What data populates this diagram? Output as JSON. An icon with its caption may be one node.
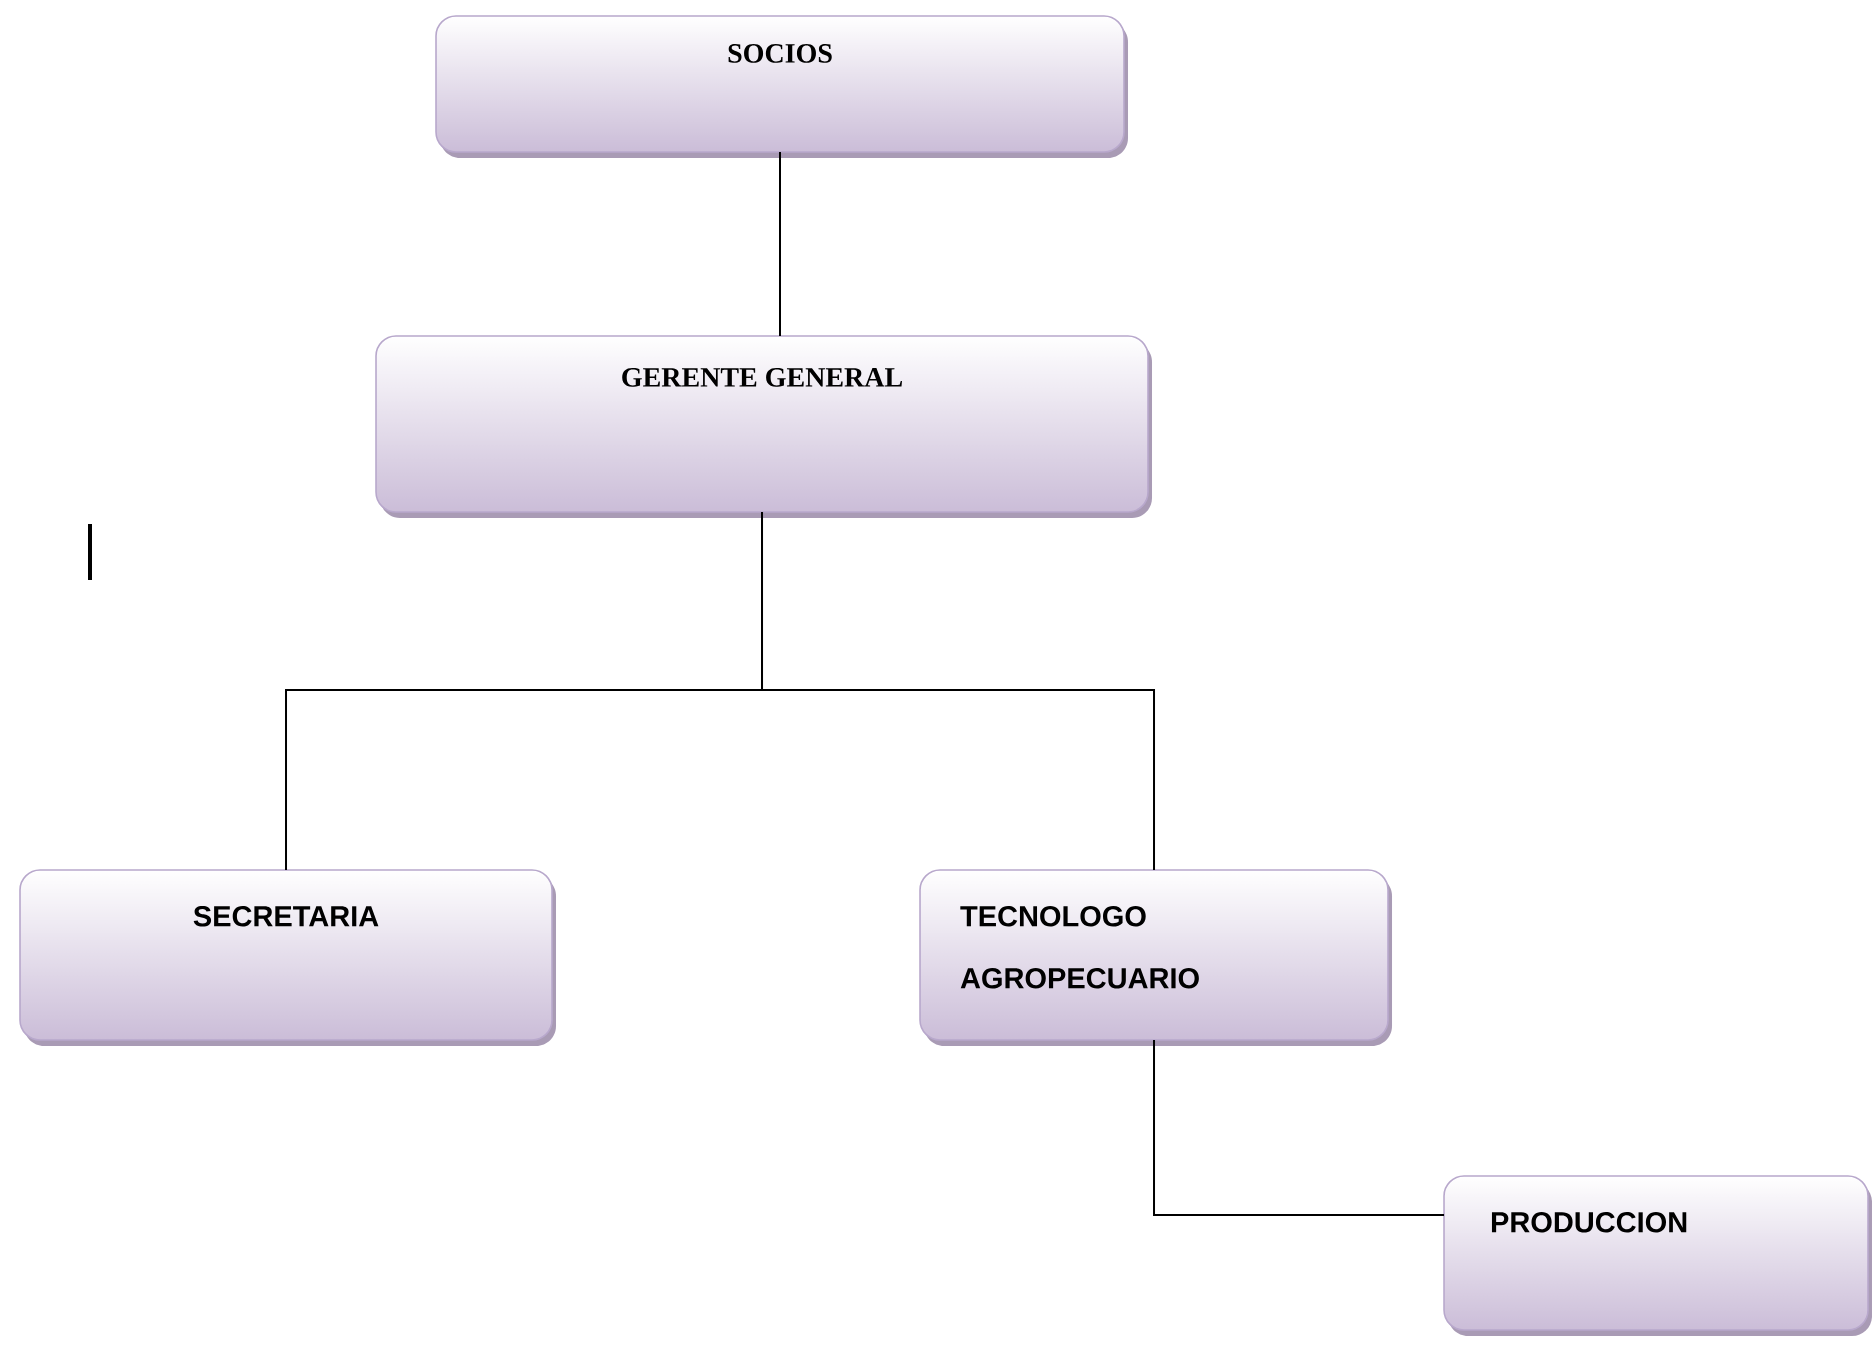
{
  "diagram": {
    "nodes": [
      {
        "text": [
          "SOCIOS"
        ]
      },
      {
        "text": [
          "GERENTE GENERAL"
        ]
      },
      {
        "text": [
          "SECRETARIA"
        ]
      },
      {
        "text": [
          "TECNOLOGO AGROPECUARIO"
        ]
      },
      {
        "text": [
          "PRODUCCION"
        ]
      }
    ],
    "edges": [
      {
        "from": 0,
        "to": 1,
        "arrow": "none"
      },
      {
        "from": 1,
        "to": 2,
        "arrow": "none"
      },
      {
        "from": 1,
        "to": 3,
        "arrow": "none"
      },
      {
        "from": 3,
        "to": 4,
        "arrow": "none"
      }
    ]
  }
}
